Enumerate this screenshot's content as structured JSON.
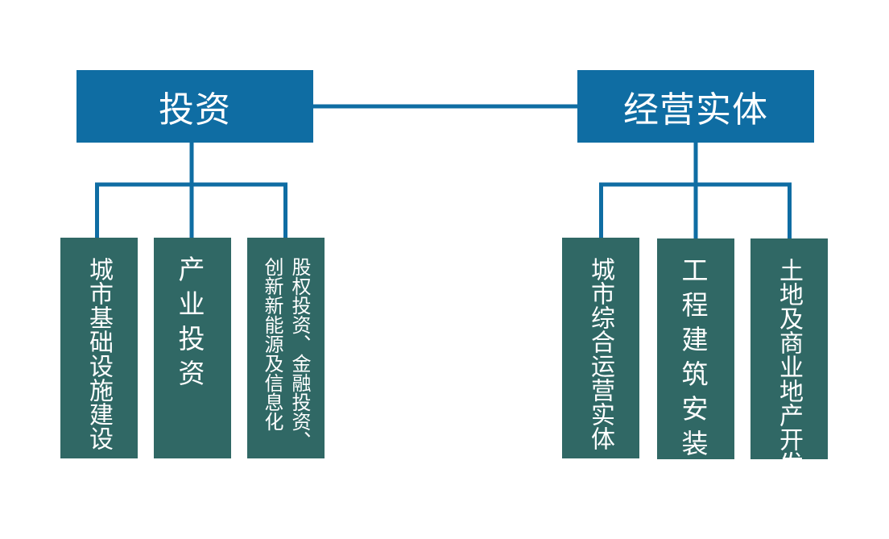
{
  "invest": {
    "title": "投资",
    "children": [
      "城市基础设施建设",
      "产业投资",
      "股权投资、金融投资、创新新能源及信息化"
    ]
  },
  "operate": {
    "title": "经营实体",
    "children": [
      "城市综合运营实体",
      "工程建筑安装",
      "土地及商业地产开发"
    ]
  },
  "colors": {
    "head": "#0f6da3",
    "leaf": "#306865",
    "line": "#0f6da3"
  }
}
